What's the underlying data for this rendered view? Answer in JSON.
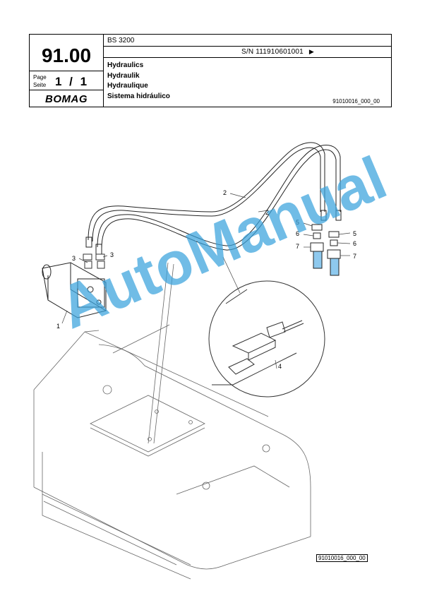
{
  "header": {
    "model": "BS 3200",
    "serial": "S/N 111910601001",
    "serial_arrow": "▶",
    "section_number": "91.00",
    "page_label_en": "Page",
    "page_label_de": "Seite",
    "page_value": "1 / 1",
    "brand_logo": "BOMAG",
    "titles": [
      "Hydraulics",
      "Hydraulik",
      "Hydraulique",
      "Sistema hidráulico"
    ],
    "drawing_ref": "91010016_000_00"
  },
  "drawing": {
    "callouts": [
      "1",
      "2",
      "2",
      "3",
      "3",
      "4",
      "5",
      "5",
      "6",
      "6",
      "7",
      "7"
    ],
    "drawing_ref_box": "91010016_000_00",
    "highlight_color": "#8ec9ee"
  },
  "watermark": {
    "text": "AutoManual",
    "color": "#3aa3dd"
  }
}
